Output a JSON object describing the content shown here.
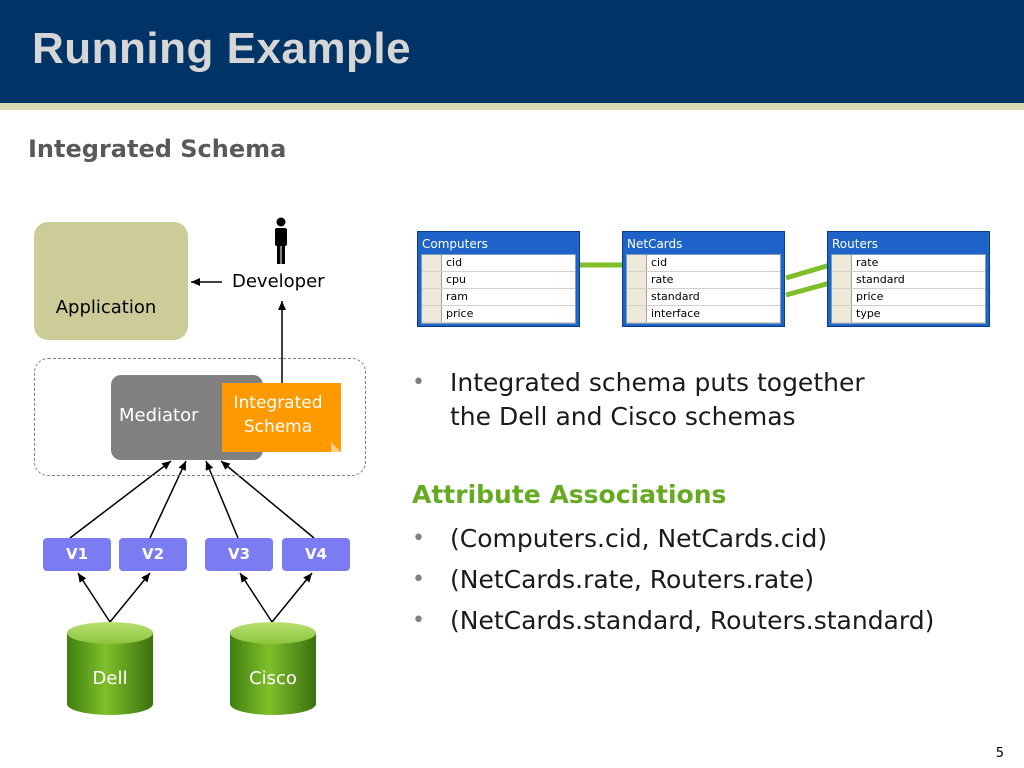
{
  "header": {
    "title": "Running Example"
  },
  "subtitle": "Integrated Schema",
  "page_number": "5",
  "diagram": {
    "application_label": "Application",
    "developer_label": "Developer",
    "mediator_label": "Mediator",
    "integrated_schema_label": [
      "Integrated",
      "Schema"
    ],
    "views": [
      "V1",
      "V2",
      "V3",
      "V4"
    ],
    "sources": [
      "Dell",
      "Cisco"
    ],
    "colors": {
      "application": "#cccc99",
      "mediator": "#808080",
      "integrated": "#ff9900",
      "views": "#7c7cf2",
      "sources": "#66aa22"
    }
  },
  "tables": [
    {
      "name": "Computers",
      "fields": [
        "cid",
        "cpu",
        "ram",
        "price"
      ]
    },
    {
      "name": "NetCards",
      "fields": [
        "cid",
        "rate",
        "standard",
        "interface"
      ]
    },
    {
      "name": "Routers",
      "fields": [
        "rate",
        "standard",
        "price",
        "type"
      ]
    }
  ],
  "bullets": {
    "intro": [
      "Integrated schema puts together",
      "the Dell and Cisco schemas"
    ],
    "associations_heading": "Attribute Associations",
    "associations": [
      "(Computers.cid, NetCards.cid)",
      "(NetCards.rate, Routers.rate)",
      "(NetCards.standard, Routers.standard)"
    ]
  }
}
